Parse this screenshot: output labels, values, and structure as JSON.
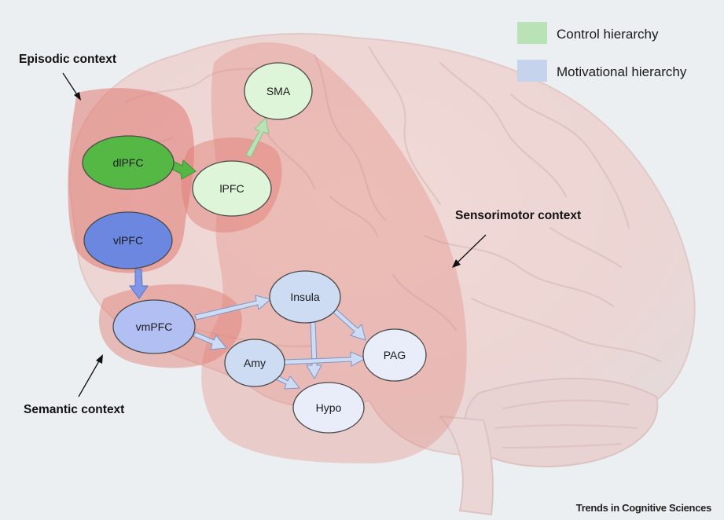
{
  "legend": {
    "control": {
      "label": "Control hierarchy",
      "color": "#b9e2b6"
    },
    "motivational": {
      "label": "Motivational hierarchy",
      "color": "#c5d3ec"
    }
  },
  "contexts": {
    "episodic": "Episodic context",
    "semantic": "Semantic context",
    "sensorimotor": "Sensorimotor context"
  },
  "nodes": {
    "sma": "SMA",
    "dlpfc": "dlPFC",
    "lpfc": "lPFC",
    "vlpfc": "vlPFC",
    "vmpfc": "vmPFC",
    "insula": "Insula",
    "amy": "Amy",
    "pag": "PAG",
    "hypo": "Hypo"
  },
  "credit": "Trends in Cognitive Sciences",
  "colors": {
    "region_fill": "#e07a72",
    "green_dark": "#55b845",
    "green_light": "#dff5d9",
    "blue_dark": "#6b87e0",
    "blue_mid": "#b1bff2",
    "blue_light": "#cddcf3",
    "blue_pale": "#e9edfa"
  }
}
